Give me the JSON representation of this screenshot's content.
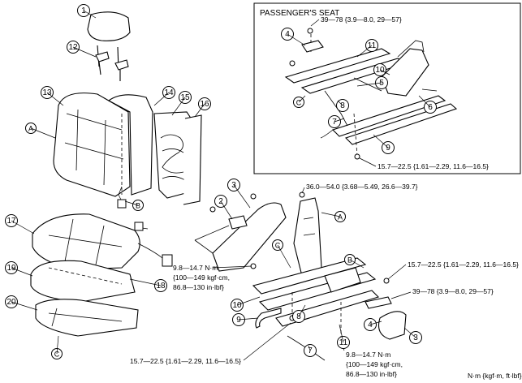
{
  "inset": {
    "title": "PASSENGER'S SEAT",
    "torque_top": "39—78 {3.9—8.0, 29—57}",
    "torque_bottom": "15.7—22.5 {1.61—2.29, 11.6—16.5}"
  },
  "main": {
    "torque_recliner": "36.0—54.0 {3.68—5.49, 26.6—39.7}",
    "torque_rear": "15.7—22.5 {1.61—2.29, 11.6—16.5}",
    "torque_cover": "39—78 {3.9—8.0, 29—57}",
    "torque_front_left": [
      "9.8—14.7 N·m",
      "{100—149 kgf·cm,",
      "86.8—130 in·lbf}"
    ],
    "torque_front_right": [
      "9.8—14.7 N·m",
      "{100—149 kgf·cm,",
      "86.8—130 in·lbf}"
    ],
    "torque_bottom": "15.7—22.5 {1.61—2.29, 11.6—16.5}"
  },
  "unit_note": "N·m {kgf·m, ft·lbf}",
  "callouts": [
    "1",
    "12",
    "13",
    "14",
    "15",
    "16",
    "17",
    "19",
    "18",
    "20",
    "2",
    "3",
    "7",
    "8",
    "9",
    "10",
    "11",
    "4",
    "3",
    "4",
    "11",
    "10",
    "5",
    "6",
    "8",
    "7",
    "9"
  ],
  "letters": [
    "A",
    "B",
    "C",
    "A",
    "B",
    "C",
    "C"
  ]
}
